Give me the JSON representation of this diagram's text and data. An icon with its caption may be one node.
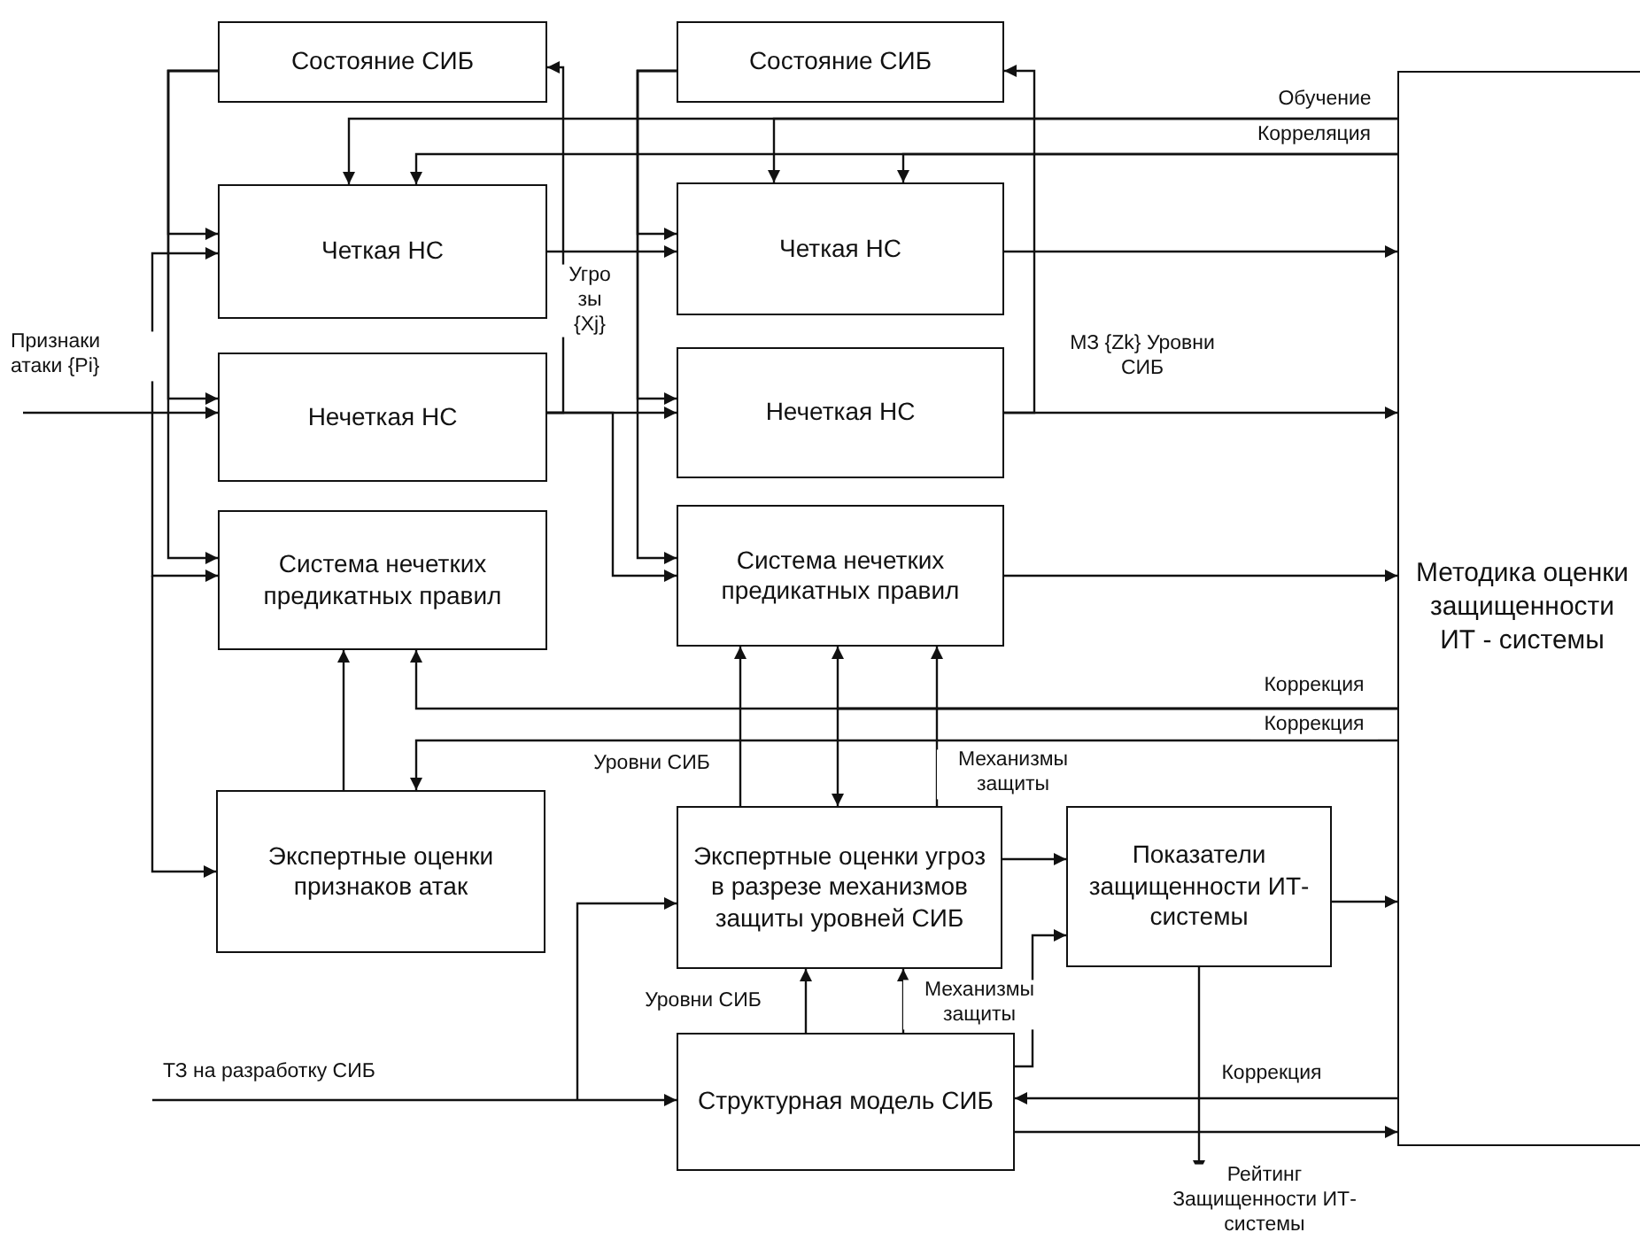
{
  "diagram": {
    "nodes": [
      {
        "text": [
          "Состояние СИБ"
        ]
      },
      {
        "text": [
          "Состояние СИБ"
        ]
      },
      {
        "text": [
          "Четкая НС"
        ]
      },
      {
        "text": [
          "Четкая НС"
        ]
      },
      {
        "text": [
          "Нечеткая НС"
        ]
      },
      {
        "text": [
          "Нечеткая НС"
        ]
      },
      {
        "text": [
          "Система нечетких предикатных правил"
        ]
      },
      {
        "text": [
          "Система нечетких предикатных правил"
        ]
      },
      {
        "text": [
          "Методика оценки защищенности ИТ - системы"
        ]
      },
      {
        "text": [
          "Экспертные оценки признаков атак"
        ]
      },
      {
        "text": [
          "Экспертные оценки угроз в разрезе механизмов защиты уровней СИБ"
        ]
      },
      {
        "text": [
          "Показатели защищенности ИТ-системы"
        ]
      },
      {
        "text": [
          "Структурная модель СИБ"
        ]
      }
    ],
    "edges": [
      {
        "from": null,
        "to": 4,
        "arrow": "to",
        "label": "Признаки атаки {Pi}"
      },
      {
        "from": null,
        "to": 2,
        "arrow": "to"
      },
      {
        "from": null,
        "to": 6,
        "arrow": "to"
      },
      {
        "from": null,
        "to": 9,
        "arrow": "to"
      },
      {
        "from": 0,
        "to": 2,
        "arrow": "to"
      },
      {
        "from": 0,
        "to": 4,
        "arrow": "to"
      },
      {
        "from": 0,
        "to": 6,
        "arrow": "to"
      },
      {
        "from": 4,
        "to": 0,
        "arrow": "to"
      },
      {
        "from": 2,
        "to": 3,
        "arrow": "to",
        "label": "Угро зы {Xj}"
      },
      {
        "from": 4,
        "to": 5,
        "arrow": "to"
      },
      {
        "from": 4,
        "to": 7,
        "arrow": "to"
      },
      {
        "from": 1,
        "to": 3,
        "arrow": "to"
      },
      {
        "from": 1,
        "to": 5,
        "arrow": "to"
      },
      {
        "from": 1,
        "to": 7,
        "arrow": "to"
      },
      {
        "from": 5,
        "to": 1,
        "arrow": "to"
      },
      {
        "from": 3,
        "to": 8,
        "arrow": "to"
      },
      {
        "from": 5,
        "to": 8,
        "arrow": "to",
        "label": "МЗ {Zk} Уровни СИБ"
      },
      {
        "from": 7,
        "to": 8,
        "arrow": "to"
      },
      {
        "from": 8,
        "to": 2,
        "arrow": "to",
        "label": "Обучение"
      },
      {
        "from": 8,
        "to": 3,
        "arrow": "to"
      },
      {
        "from": 8,
        "to": 2,
        "arrow": "to",
        "label": "Корреляция"
      },
      {
        "from": 8,
        "to": 3,
        "arrow": "to"
      },
      {
        "from": 9,
        "to": 6,
        "arrow": "to"
      },
      {
        "from": 8,
        "to": 6,
        "arrow": "to",
        "label": "Коррекция"
      },
      {
        "from": 8,
        "to": 7,
        "arrow": "to"
      },
      {
        "from": 8,
        "to": 10,
        "arrow": "to"
      },
      {
        "from": 8,
        "to": 9,
        "arrow": "to",
        "label": "Коррекция"
      },
      {
        "from": 10,
        "to": 7,
        "arrow": "to",
        "label": "Уровни СИБ"
      },
      {
        "from": 10,
        "to": 7,
        "arrow": "to",
        "label": "Механизмы защиты"
      },
      {
        "from": 10,
        "to": 11,
        "arrow": "to"
      },
      {
        "from": 11,
        "to": 8,
        "arrow": "to"
      },
      {
        "from": 12,
        "to": 10,
        "arrow": "to",
        "label": "Уровни СИБ"
      },
      {
        "from": 12,
        "to": 10,
        "arrow": "to",
        "label": "Механизмы защиты"
      },
      {
        "from": 12,
        "to": 11,
        "arrow": "to"
      },
      {
        "from": null,
        "to": 12,
        "arrow": "to",
        "label": "ТЗ на разработку СИБ"
      },
      {
        "from": null,
        "to": 10,
        "arrow": "to"
      },
      {
        "from": 8,
        "to": 12,
        "arrow": "to",
        "label": "Коррекция"
      },
      {
        "from": 12,
        "to": 8,
        "arrow": "to"
      },
      {
        "from": 11,
        "to": null,
        "arrow": "to",
        "label": "Рейтинг Защищенности ИТ- системы"
      }
    ]
  }
}
